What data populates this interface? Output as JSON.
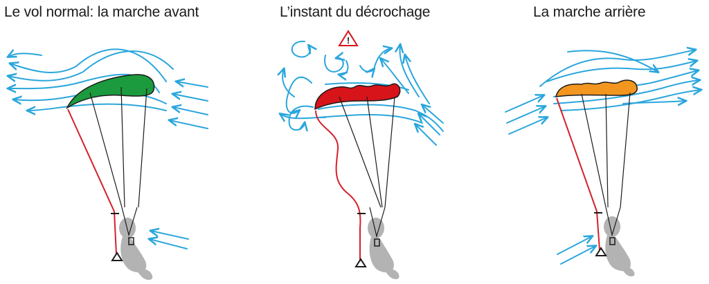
{
  "panels": [
    {
      "title": "Le vol normal: la marche avant",
      "wing_color": "#1c9a3e"
    },
    {
      "title": "L’instant du décrochage",
      "wing_color": "#d7141a"
    },
    {
      "title": "La marche arrière",
      "wing_color": "#f29620"
    }
  ],
  "colors": {
    "airflow": "#2aa6dc",
    "brake_line": "#d4202a",
    "lines": "#1a1a1a",
    "pilot": "#b3b3b3",
    "warning": "#d7141a"
  },
  "icons": {
    "warning": "warning-triangle-icon",
    "warning_glyph": "!"
  }
}
